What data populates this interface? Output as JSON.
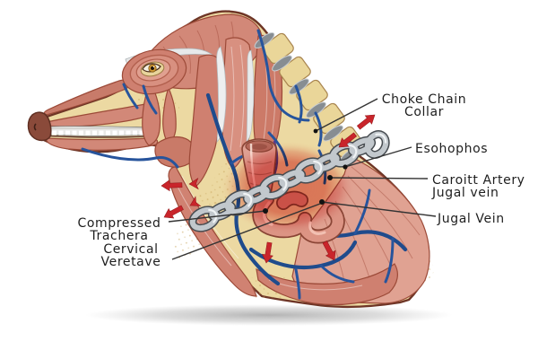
{
  "annotations": {
    "choke_chain_collar": {
      "line1": "Choke Chain",
      "line2": "Collar"
    },
    "esophagus": {
      "line1": "Esohophos"
    },
    "carotid_jugular": {
      "line1": "Caroitt Artery",
      "line2": "Jugal vein"
    },
    "jugular_vein": {
      "line1": "Jugal Vein"
    },
    "compressed_trachea": {
      "line1": "Compressed",
      "line2": "Trachera"
    },
    "cervical_vertebrae": {
      "line1": "Cervical",
      "line2": "Veretave"
    }
  },
  "colors": {
    "background": "#ffffff",
    "muscle": "#d28878",
    "muscle_dark": "#b2604e",
    "muscle_light": "#e3a794",
    "bone_cream": "#ead699",
    "disc_gray": "#878d92",
    "vein_blue": "#27549c",
    "chain_gray": "#c2c8cd",
    "alert_red": "#c9252b",
    "compression_highlight": "#d93030",
    "label_text": "#1e1e1e",
    "leader_line": "#333333"
  }
}
